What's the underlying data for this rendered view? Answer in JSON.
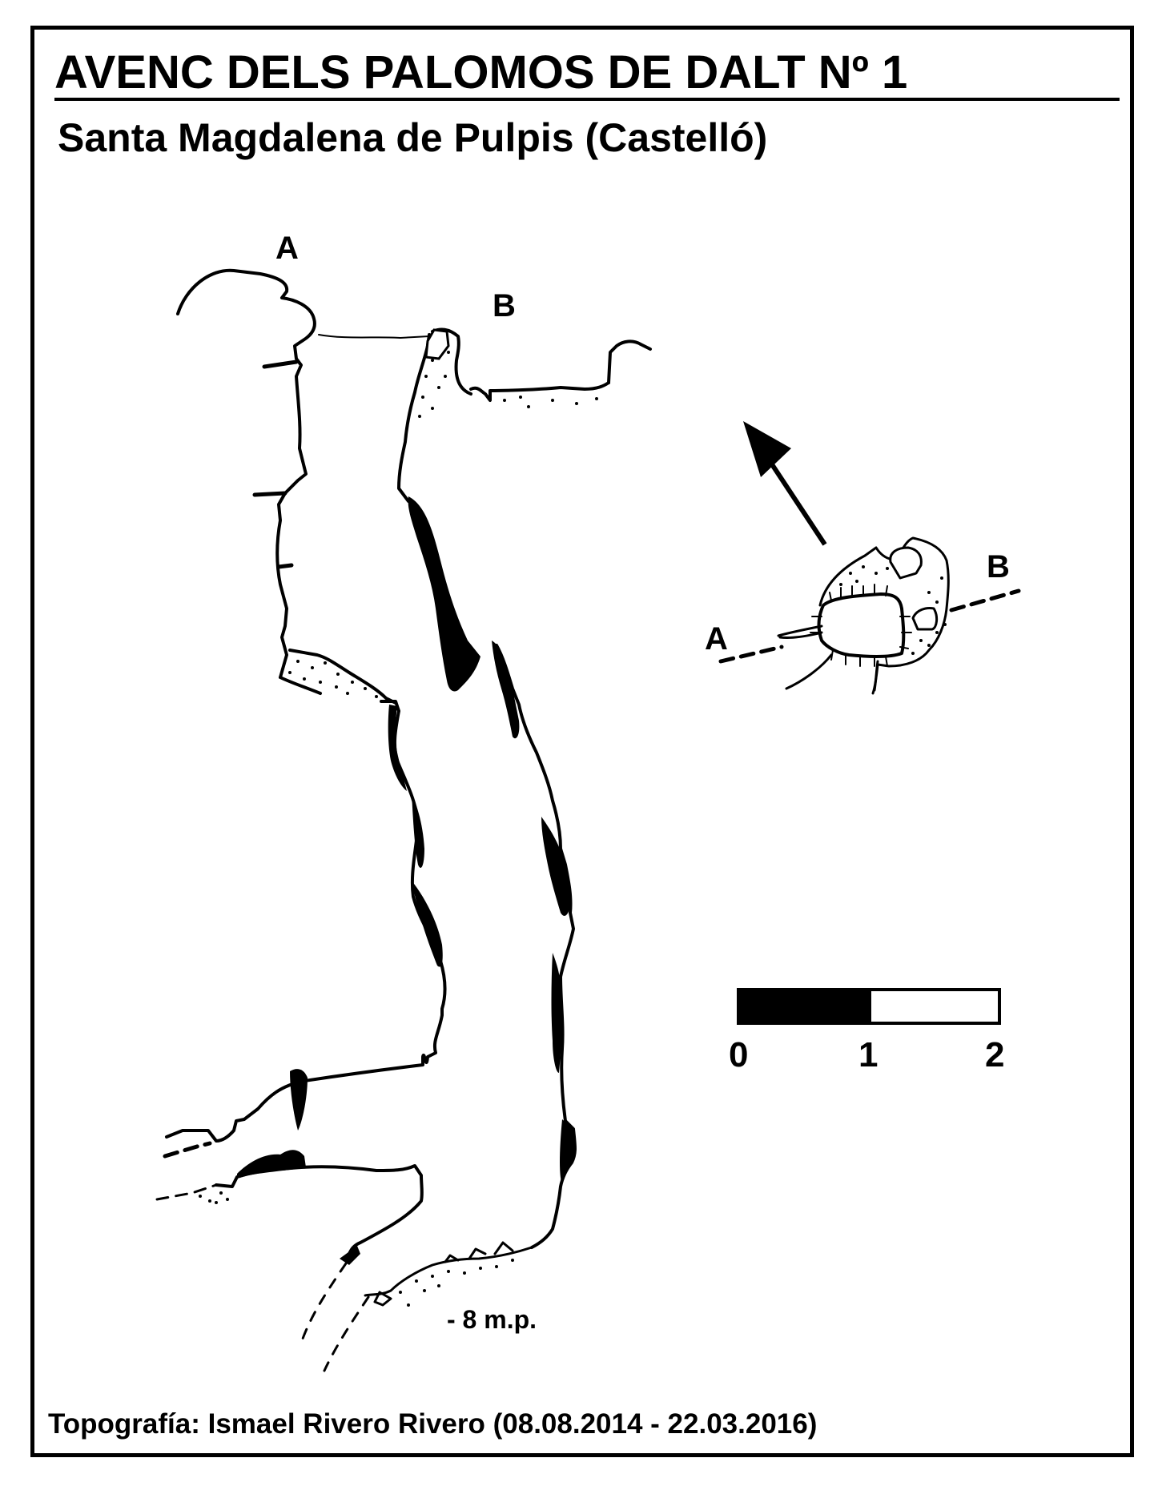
{
  "title": "AVENC DELS PALOMOS DE DALT Nº 1",
  "subtitle": "Santa Magdalena de Pulpis (Castelló)",
  "profile_labels": {
    "a": "A",
    "b": "B"
  },
  "plan_labels": {
    "a": "A",
    "b": "B"
  },
  "depth_label": "- 8 m.p.",
  "scale_bar": {
    "ticks": [
      "0",
      "1",
      "2"
    ]
  },
  "footer": "Topografía: Ismael Rivero Rivero (08.08.2014 - 22.03.2016)",
  "colors": {
    "ink": "#000000",
    "paper": "#ffffff"
  }
}
